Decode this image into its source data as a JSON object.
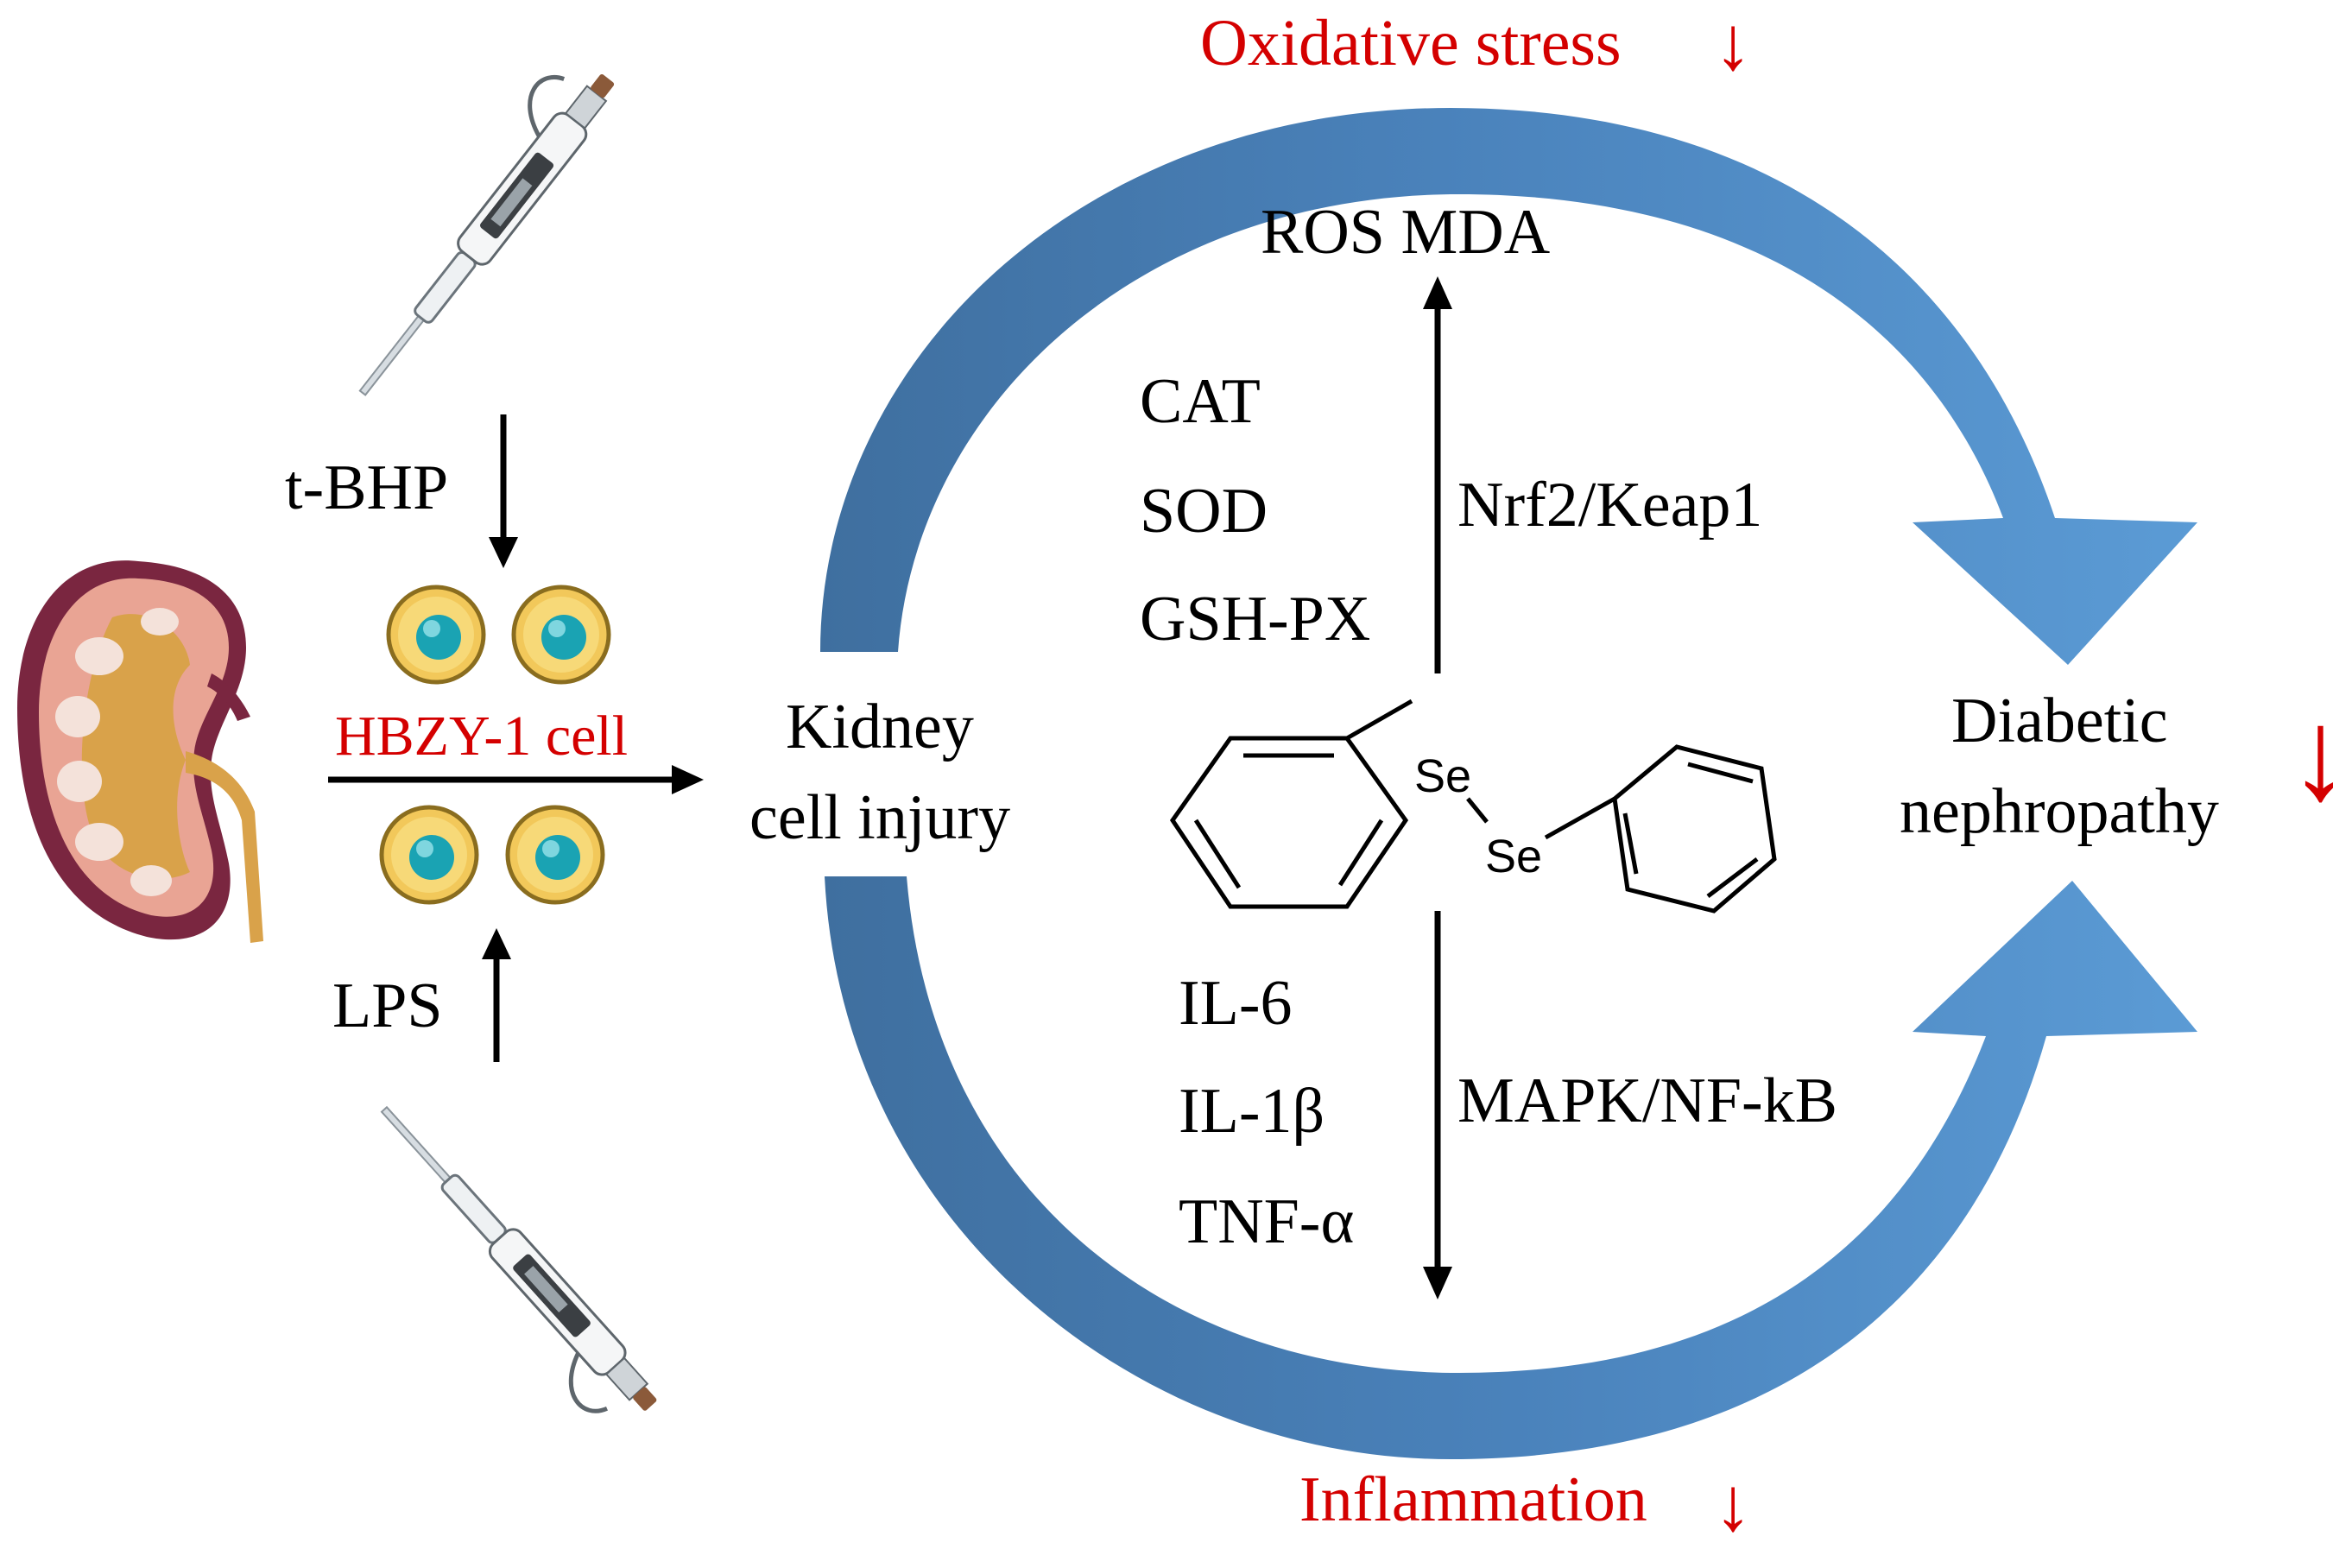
{
  "top_effect": {
    "label": "Oxidative  stress",
    "arrow": "↓"
  },
  "bottom_effect": {
    "label": "Inflammation",
    "arrow": "↓"
  },
  "oxidative_markers": "ROS  MDA",
  "antioxidant_enzymes": [
    "CAT",
    "SOD",
    "GSH-PX"
  ],
  "pathway_top": "Nrf2/Keap1",
  "pathway_bottom": "MAPK/NF-kB",
  "cytokines": [
    "IL-6",
    "IL-1β",
    "TNF-α"
  ],
  "treatments": {
    "top": "t-BHP",
    "bottom": "LPS"
  },
  "cell_line": "HBZY-1 cell",
  "injury": [
    "Kidney",
    "cell injury"
  ],
  "disease": {
    "lines": [
      "Diabetic",
      "nephropathy"
    ],
    "arrow": "↓"
  },
  "compound": {
    "atom1": "Se",
    "atom2": "Se"
  },
  "colors": {
    "red_text": "#d40000",
    "arc_blue": "#5b9bd5",
    "arc_dark": "#3f6f9f"
  },
  "icons": [
    "kidney-icon",
    "pipette-icon",
    "cell-icon",
    "diphenyl-diselenide-structure"
  ]
}
